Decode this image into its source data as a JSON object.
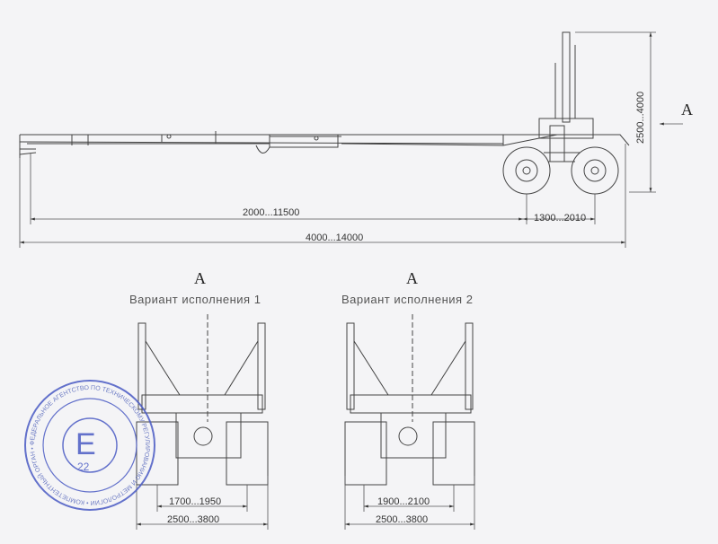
{
  "side_view": {
    "dim_height": "2500...4000",
    "dim_wheelbase": "2000...11500",
    "dim_axle": "1300...2010",
    "dim_total": "4000...14000",
    "view_arrow_label": "A"
  },
  "rear_views": [
    {
      "view_label": "A",
      "caption": "Вариант исполнения 1",
      "dim_inner": "1700...1950",
      "dim_outer": "2500...3800"
    },
    {
      "view_label": "A",
      "caption": "Вариант исполнения 2",
      "dim_inner": "1900...2100",
      "dim_outer": "2500...3800"
    }
  ],
  "stamp": {
    "letter": "E",
    "number": "22",
    "ring_text": "ФЕДЕРАЛЬНОЕ АГЕНТСТВО ПО ТЕХНИЧЕСКОМУ РЕГУЛИРОВАНИЮ И МЕТРОЛОГИИ • КОМПЕТЕНТНЫЙ ОРГАН • ",
    "color": "#4a5bc4"
  }
}
